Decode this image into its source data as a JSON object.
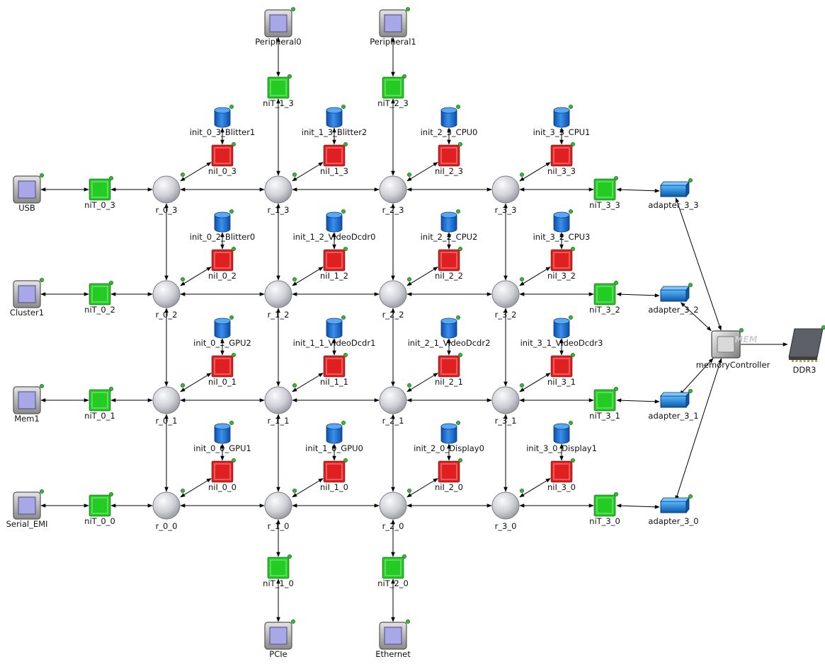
{
  "diagram": {
    "routers": [
      [
        "r_0_0",
        "r_1_0",
        "r_2_0",
        "r_3_0"
      ],
      [
        "r_0_1",
        "r_1_1",
        "r_2_1",
        "r_3_1"
      ],
      [
        "r_0_2",
        "r_1_2",
        "r_2_2",
        "r_3_2"
      ],
      [
        "r_0_3",
        "r_1_3",
        "r_2_3",
        "r_3_3"
      ]
    ],
    "initiators": [
      {
        "ni": "niI_0_0",
        "init": "init_0_0_GPU1"
      },
      {
        "ni": "niI_1_0",
        "init": "init_1_0_GPU0"
      },
      {
        "ni": "niI_2_0",
        "init": "init_2_0_Display0"
      },
      {
        "ni": "niI_3_0",
        "init": "init_3_0_Display1"
      },
      {
        "ni": "niI_0_1",
        "init": "init_0_1_GPU2"
      },
      {
        "ni": "niI_1_1",
        "init": "init_1_1_VideoDcdr1"
      },
      {
        "ni": "niI_2_1",
        "init": "init_2_1_VideoDcdr2"
      },
      {
        "ni": "niI_3_1",
        "init": "init_3_1_VideoDcdr3"
      },
      {
        "ni": "niI_0_2",
        "init": "init_0_2_Blitter0"
      },
      {
        "ni": "niI_1_2",
        "init": "init_1_2_VideoDcdr0"
      },
      {
        "ni": "niI_2_2",
        "init": "init_2_2_CPU2"
      },
      {
        "ni": "niI_3_2",
        "init": "init_3_2_CPU3"
      },
      {
        "ni": "niI_0_3",
        "init": "init_0_3_Blitter1"
      },
      {
        "ni": "niI_1_3",
        "init": "init_1_3_Blitter2"
      },
      {
        "ni": "niI_2_3",
        "init": "init_2_3_CPU0"
      },
      {
        "ni": "niI_3_3",
        "init": "init_3_3_CPU1"
      }
    ],
    "left_targets": [
      {
        "ni": "niT_0_3",
        "peripheral": "USB"
      },
      {
        "ni": "niT_0_2",
        "peripheral": "Cluster1"
      },
      {
        "ni": "niT_0_1",
        "peripheral": "Mem1"
      },
      {
        "ni": "niT_0_0",
        "peripheral": "Serial_EMI"
      }
    ],
    "top_targets": [
      {
        "ni": "niT_1_3",
        "peripheral": "Peripheral0"
      },
      {
        "ni": "niT_2_3",
        "peripheral": "Peripheral1"
      }
    ],
    "bottom_targets": [
      {
        "ni": "niT_1_0",
        "peripheral": "PCIe"
      },
      {
        "ni": "niT_2_0",
        "peripheral": "Ethernet"
      }
    ],
    "right_targets": [
      {
        "ni": "niT_3_3",
        "adapter": "adapter_3_3"
      },
      {
        "ni": "niT_3_2",
        "adapter": "adapter_3_2"
      },
      {
        "ni": "niT_3_1",
        "adapter": "adapter_3_1"
      },
      {
        "ni": "niT_3_0",
        "adapter": "adapter_3_0"
      }
    ],
    "memory_controller": "memoryController",
    "memory": {
      "label": "DDR3",
      "chip_text": "MEM"
    },
    "colors": {
      "router": "#c8c8cc",
      "initiator_ni": "#e02020",
      "target_ni": "#22cc22",
      "peripheral_fill": "#a8a8e8",
      "peripheral_frame": "#9a9a9a",
      "init_cylinder": "#1e6fd0",
      "adapter": "#1a88d8",
      "pin": "#3cb43c",
      "edge": "#000000"
    }
  }
}
